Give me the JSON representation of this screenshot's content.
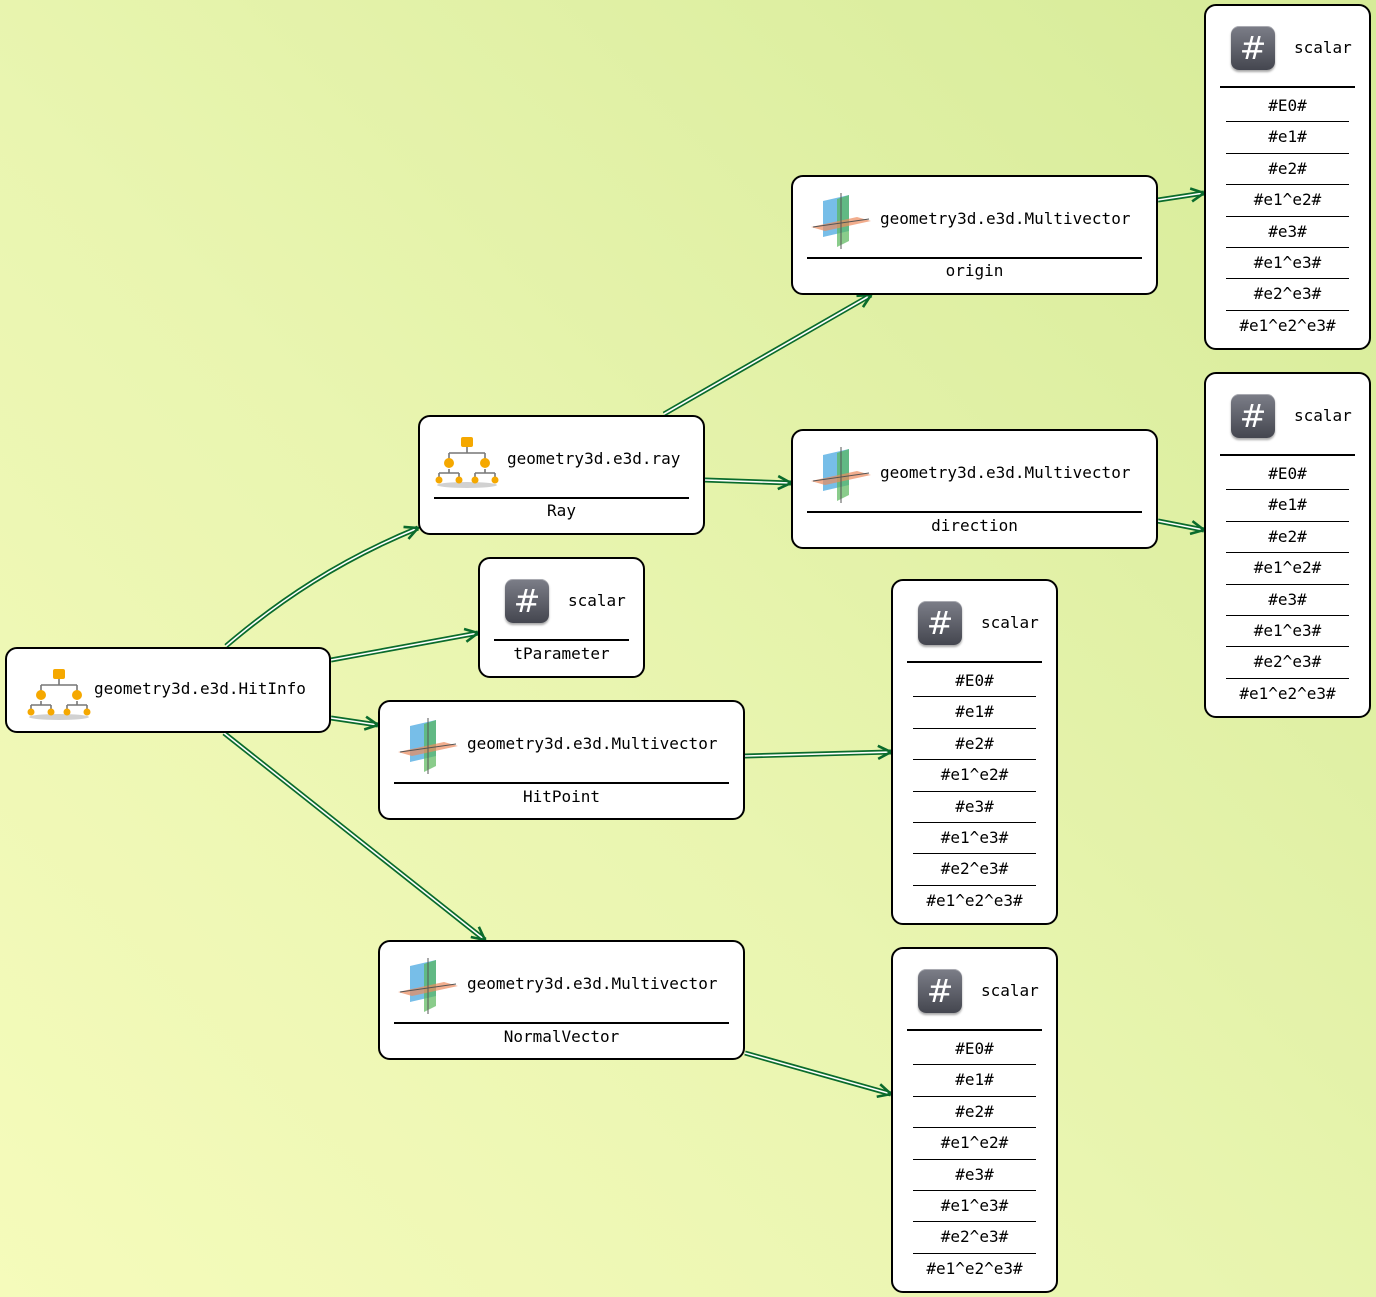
{
  "nodes": {
    "hitinfo": {
      "type_label": "geometry3d.e3d.HitInfo",
      "icon": "hierarchy-icon"
    },
    "ray": {
      "type_label": "geometry3d.e3d.ray",
      "name": "Ray",
      "icon": "hierarchy-icon"
    },
    "origin": {
      "type_label": "geometry3d.e3d.Multivector",
      "name": "origin",
      "icon": "planes-3d-icon"
    },
    "direction": {
      "type_label": "geometry3d.e3d.Multivector",
      "name": "direction",
      "icon": "planes-3d-icon"
    },
    "tparameter": {
      "type_label": "scalar",
      "name": "tParameter",
      "icon": "hash-icon"
    },
    "hitpoint": {
      "type_label": "geometry3d.e3d.Multivector",
      "name": "HitPoint",
      "icon": "planes-3d-icon"
    },
    "normalvector": {
      "type_label": "geometry3d.e3d.Multivector",
      "name": "NormalVector",
      "icon": "planes-3d-icon"
    },
    "origin_components": {
      "type_label": "scalar",
      "icon": "hash-icon",
      "items": [
        "#E0#",
        "#e1#",
        "#e2#",
        "#e1^e2#",
        "#e3#",
        "#e1^e3#",
        "#e2^e3#",
        "#e1^e2^e3#"
      ]
    },
    "direction_components": {
      "type_label": "scalar",
      "icon": "hash-icon",
      "items": [
        "#E0#",
        "#e1#",
        "#e2#",
        "#e1^e2#",
        "#e3#",
        "#e1^e3#",
        "#e2^e3#",
        "#e1^e2^e3#"
      ]
    },
    "hitpoint_components": {
      "type_label": "scalar",
      "icon": "hash-icon",
      "items": [
        "#E0#",
        "#e1#",
        "#e2#",
        "#e1^e2#",
        "#e3#",
        "#e1^e3#",
        "#e2^e3#",
        "#e1^e2^e3#"
      ]
    },
    "normalvector_components": {
      "type_label": "scalar",
      "icon": "hash-icon",
      "items": [
        "#E0#",
        "#e1#",
        "#e2#",
        "#e1^e2#",
        "#e3#",
        "#e1^e3#",
        "#e2^e3#",
        "#e1^e2^e3#"
      ]
    }
  },
  "edges": [
    {
      "from": "hitinfo",
      "to": "ray"
    },
    {
      "from": "hitinfo",
      "to": "tparameter"
    },
    {
      "from": "hitinfo",
      "to": "hitpoint"
    },
    {
      "from": "hitinfo",
      "to": "normalvector"
    },
    {
      "from": "ray",
      "to": "origin"
    },
    {
      "from": "ray",
      "to": "direction"
    },
    {
      "from": "origin",
      "to": "origin_components"
    },
    {
      "from": "direction",
      "to": "direction_components"
    },
    {
      "from": "hitpoint",
      "to": "hitpoint_components"
    },
    {
      "from": "normalvector",
      "to": "normalvector_components"
    }
  ],
  "colors": {
    "edge": "#0a6b2c",
    "node_border": "#000000",
    "node_fill": "#ffffff"
  }
}
